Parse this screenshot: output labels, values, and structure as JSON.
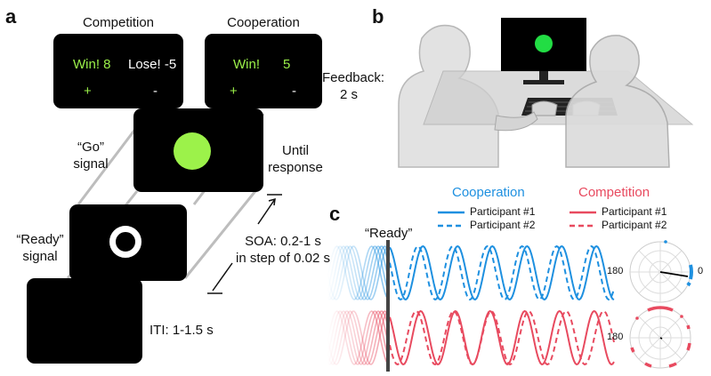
{
  "panels": {
    "a": "a",
    "b": "b",
    "c": "c"
  },
  "task": {
    "competition_title": "Competition",
    "cooperation_title": "Cooperation",
    "comp_win": "Win! 8",
    "comp_lose": "Lose! -5",
    "coop_win": "Win!",
    "coop_val": "5",
    "plus": "+",
    "minus": "-",
    "feedback_label": "Feedback:",
    "feedback_time": "2 s",
    "go_label_1": "“Go”",
    "go_label_2": "signal",
    "until_1": "Until",
    "until_2": "response",
    "ready_label_1": "“Ready”",
    "ready_label_2": "signal",
    "soa_1": "SOA: 0.2-1 s",
    "soa_2": "in step of 0.02 s",
    "iti": "ITI: 1-1.5 s"
  },
  "colors": {
    "green": "#9cf24a",
    "cooperation": "#1e90e0",
    "competition": "#e84a5f",
    "screen": "#000000"
  },
  "legend": {
    "cooperation_title": "Cooperation",
    "competition_title": "Competition",
    "p1": "Participant #1",
    "p2": "Participant #2"
  },
  "waves": {
    "ready_marker": "“Ready”",
    "polar_angle_left": "180",
    "polar_angle_right": "0"
  }
}
